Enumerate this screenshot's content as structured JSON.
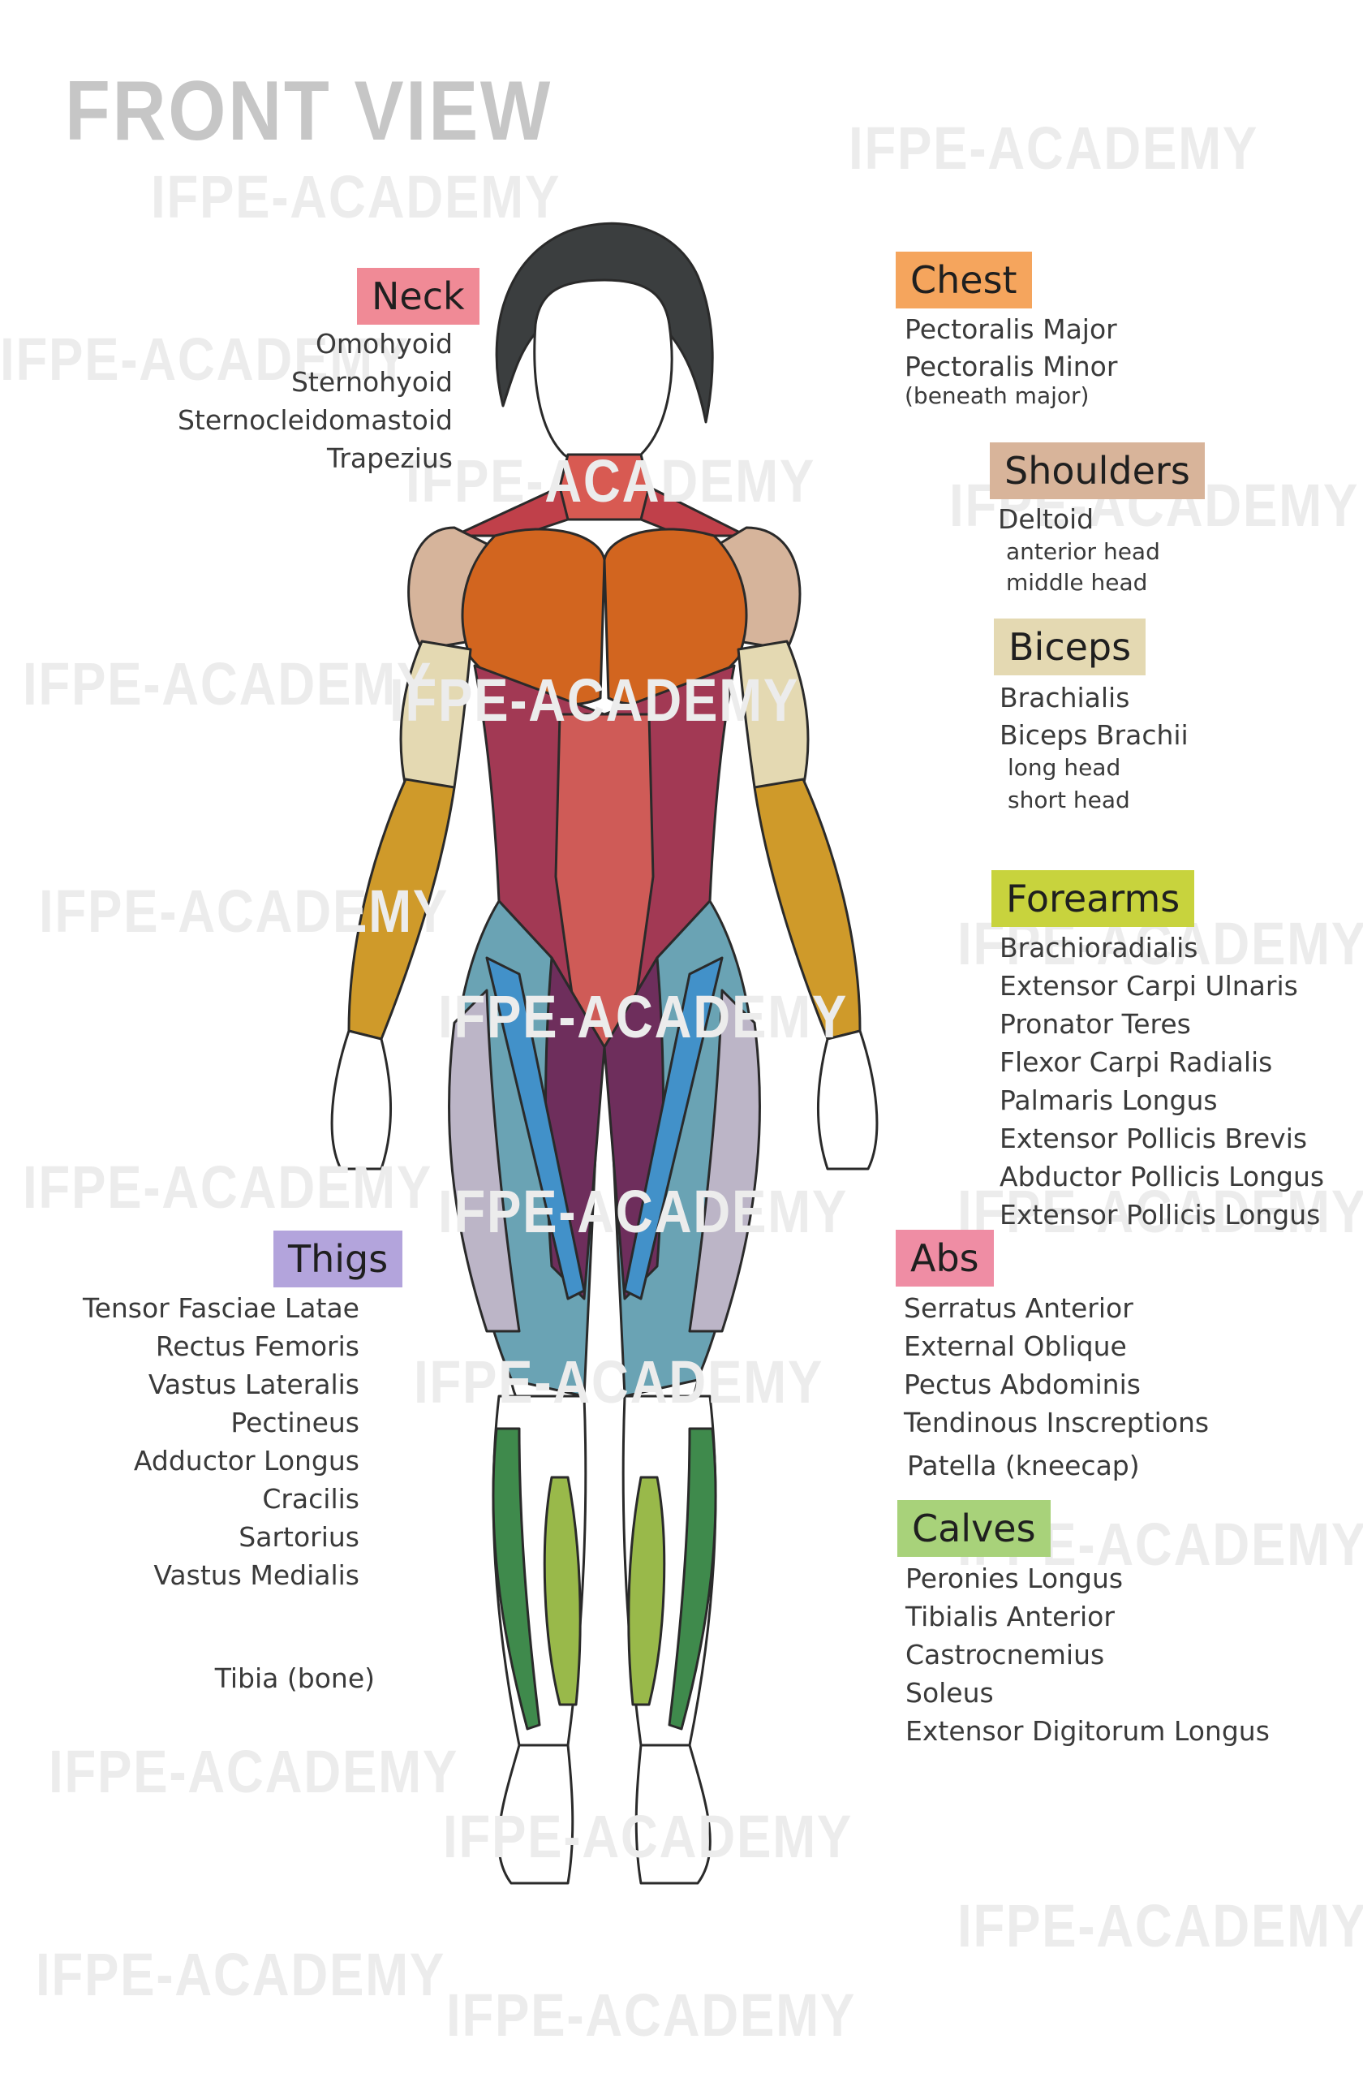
{
  "title": "FRONT VIEW",
  "watermark": "IFPE-ACADEMY",
  "colors": {
    "neck": "#f08a96",
    "chest": "#f5a55d",
    "shoulders": "#d8b49a",
    "biceps": "#e4d9b2",
    "forearms": "#c8d33d",
    "thighs": "#b3a4dc",
    "abs": "#ef8da4",
    "calves": "#a8d27a"
  },
  "groups": {
    "neck": {
      "tag": "Neck",
      "labels": [
        "Omohyoid",
        "Sternohyoid",
        "Sternocleidomastoid",
        "Trapezius"
      ]
    },
    "chest": {
      "tag": "Chest",
      "labels": [
        "Pectoralis Major",
        "Pectoralis Minor"
      ],
      "note": "(beneath major)"
    },
    "shoulders": {
      "tag": "Shoulders",
      "muscle": "Deltoid",
      "labels": [
        "anterior head",
        "middle head"
      ]
    },
    "biceps": {
      "tag": "Biceps",
      "labels": [
        "Brachialis",
        "long head",
        "short head"
      ],
      "muscle": "Biceps Brachii"
    },
    "forearms": {
      "tag": "Forearms",
      "labels": [
        "Brachioradialis",
        "Extensor Carpi Ulnaris",
        "Pronator Teres",
        "Flexor Carpi Radialis",
        "Palmaris Longus",
        "Extensor Pollicis Brevis",
        "Abductor Pollicis Longus",
        "Extensor Pollicis Longus"
      ]
    },
    "thighs": {
      "tag": "Thigs",
      "labels": [
        "Tensor Fasciae Latae",
        "Rectus Femoris",
        "Vastus Lateralis",
        "Pectineus",
        "Adductor Longus",
        "Cracilis",
        "Sartorius",
        "Vastus Medialis"
      ]
    },
    "tibia": {
      "label": "Tibia (bone)"
    },
    "abs": {
      "tag": "Abs",
      "labels": [
        "Serratus Anterior",
        "External Oblique",
        "Pectus Abdominis",
        "Tendinous Inscreptions"
      ]
    },
    "patella": {
      "label": "Patella (kneecap)"
    },
    "calves": {
      "tag": "Calves",
      "labels": [
        "Peronies Longus",
        "Tibialis Anterior",
        "Castrocnemius",
        "Soleus",
        "Extensor Digitorum Longus"
      ]
    }
  }
}
